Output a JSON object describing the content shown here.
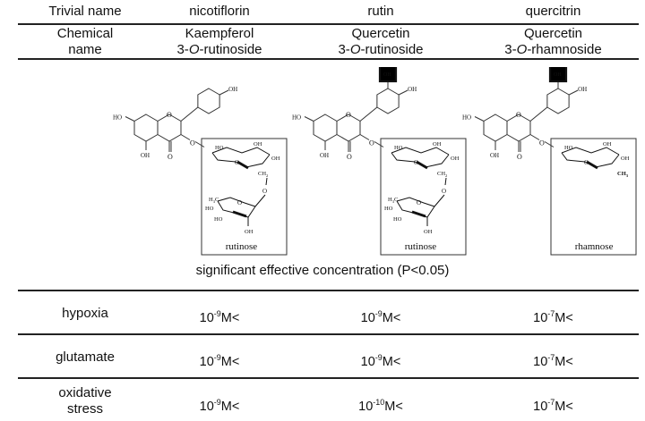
{
  "table": {
    "header": {
      "trivial_label": "Trivial name",
      "chemical_label_line1": "Chemical",
      "chemical_label_line2": "name",
      "compounds": [
        {
          "trivial": "nicotiflorin",
          "chem_line1": "Kaempferol",
          "chem_prefix": "3-",
          "chem_italic": "O",
          "chem_suffix": "-rutinoside",
          "sugar": "rutinose",
          "aglycone": "kaempferol",
          "highlight_3oh": false
        },
        {
          "trivial": "rutin",
          "chem_line1": "Quercetin",
          "chem_prefix": "3-",
          "chem_italic": "O",
          "chem_suffix": "-rutinoside",
          "sugar": "rutinose",
          "aglycone": "quercetin",
          "highlight_3oh": true
        },
        {
          "trivial": "quercitrin",
          "chem_line1": "Quercetin",
          "chem_prefix": "3-",
          "chem_italic": "O",
          "chem_suffix": "-rhamnoside",
          "sugar": "rhamnose",
          "aglycone": "quercetin",
          "highlight_3oh": true
        }
      ]
    },
    "structure_labels": {
      "oh": "OH",
      "ho": "HO",
      "o": "O",
      "ch2": "CH",
      "ch2_sub": "2",
      "h3c": "H",
      "h3c_sub": "3",
      "h3c_c": "C",
      "ch3": "CH",
      "ch3_sub": "3"
    },
    "section_title": "significant effective concentration (P<0.05)",
    "rows": [
      {
        "condition_line1": "hypoxia",
        "condition_line2": "",
        "values": [
          {
            "base": "10",
            "exp": "-9",
            "unit": "M<"
          },
          {
            "base": "10",
            "exp": "-9",
            "unit": "M<"
          },
          {
            "base": "10",
            "exp": "-7",
            "unit": "M<"
          }
        ]
      },
      {
        "condition_line1": "glutamate",
        "condition_line2": "",
        "values": [
          {
            "base": "10",
            "exp": "-9",
            "unit": "M<"
          },
          {
            "base": "10",
            "exp": "-9",
            "unit": "M<"
          },
          {
            "base": "10",
            "exp": "-7",
            "unit": "M<"
          }
        ]
      },
      {
        "condition_line1": "oxidative",
        "condition_line2": "stress",
        "values": [
          {
            "base": "10",
            "exp": "-9",
            "unit": "M<"
          },
          {
            "base": "10",
            "exp": "-10",
            "unit": "M<"
          },
          {
            "base": "10",
            "exp": "-7",
            "unit": "M<"
          }
        ]
      }
    ]
  }
}
